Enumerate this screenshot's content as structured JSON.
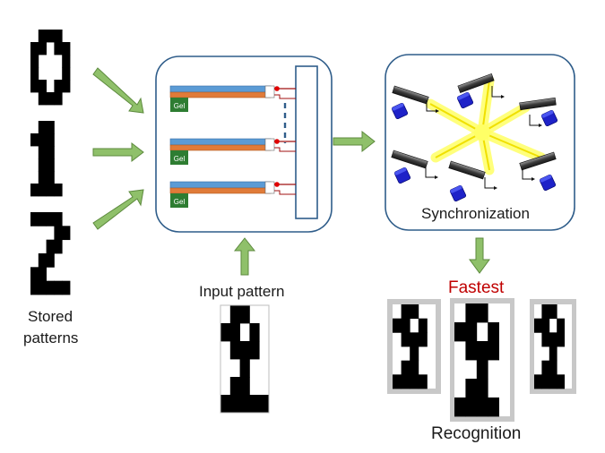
{
  "labels": {
    "stored_patterns_line1": "Stored",
    "stored_patterns_line2": "patterns",
    "input_pattern": "Input pattern",
    "synchronization": "Synchronization",
    "fastest": "Fastest",
    "recognition": "Recognition",
    "gel": "Gel"
  },
  "colors": {
    "arrow_fill": "#8fc06a",
    "arrow_stroke": "#5d8a3e",
    "box_stroke": "#2f5d8a",
    "blue_layer": "#5b9bd5",
    "orange_layer": "#e07b39",
    "gel_green": "#2e7d32",
    "red_dot": "#e00000",
    "sync_yellow": "#ffff66",
    "oscillator_blue": "#1e22c8",
    "fastest_red": "#c00000",
    "frame_gray": "#c8c8c8"
  },
  "patterns": {
    "digit_0": [
      "01110",
      "11011",
      "10001",
      "10001",
      "11011",
      "01110"
    ],
    "digit_1": [
      "01100",
      "11100",
      "01100",
      "01100",
      "01100",
      "11110"
    ],
    "digit_2": [
      "11110",
      "00011",
      "00110",
      "01100",
      "11000",
      "11111"
    ],
    "input": [
      "01100",
      "11010",
      "01110",
      "00100",
      "01100",
      "11111"
    ],
    "result": [
      "01100",
      "11010",
      "01110",
      "00100",
      "01100",
      "11110"
    ]
  }
}
